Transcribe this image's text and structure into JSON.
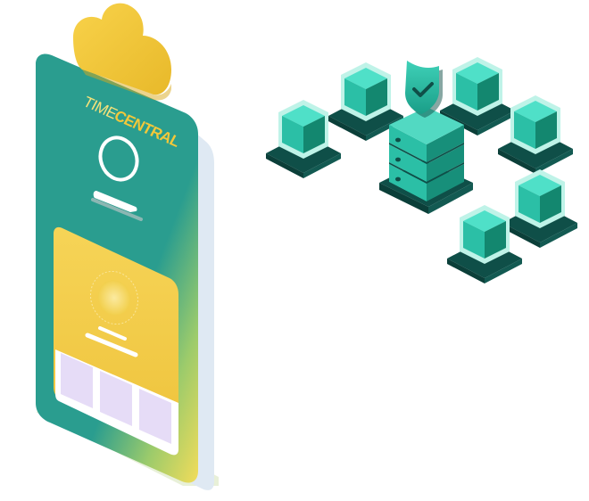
{
  "brand": {
    "name_part1": "TIME",
    "name_part2": "CENTRAL"
  },
  "colors": {
    "teal": "#2a9d8f",
    "teal_dark": "#1a6f66",
    "teal_deep": "#0f4f48",
    "yellow": "#f2c83a",
    "yellow_light": "#f6dc6a",
    "lavender": "#e6dcf7",
    "cube_light": "#4fe0c8",
    "cube_mid": "#2bbfa6",
    "cube_dark": "#13876f",
    "base_dark": "#0f4f48"
  },
  "icons": {
    "cloud": "cloud-icon",
    "shield": "shield-check-icon",
    "server": "server-icon",
    "user": "user-avatar-icon"
  },
  "cards": {
    "count": 3
  },
  "cubes": {
    "count": 6
  }
}
